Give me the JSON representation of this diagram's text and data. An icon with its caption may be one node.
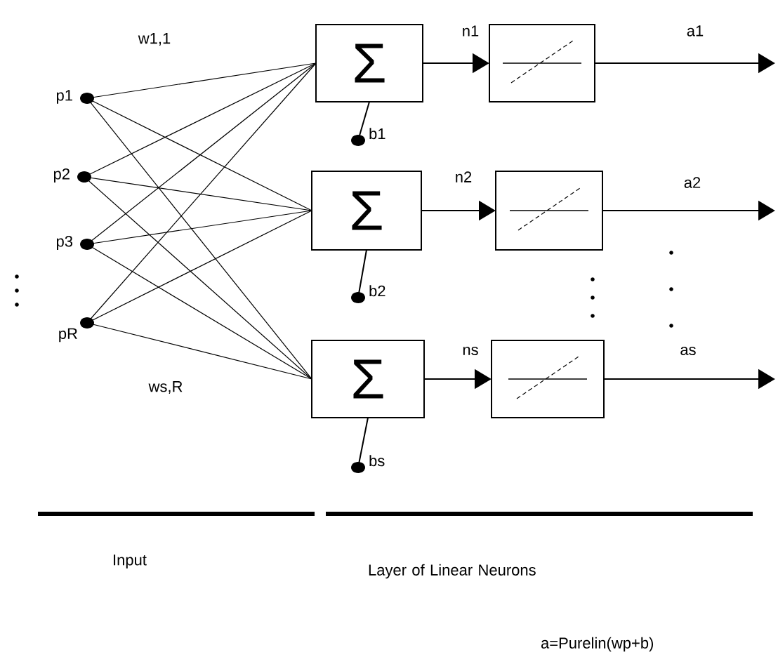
{
  "diagram": {
    "nodes": [
      {
        "text": [],
        "shape": "circle",
        "beside": [
          "p1"
        ]
      },
      {
        "text": [],
        "shape": "circle",
        "beside": [
          "p2"
        ]
      },
      {
        "text": [],
        "shape": "circle",
        "beside": [
          "p3"
        ]
      },
      {
        "text": [],
        "shape": "circle",
        "beside": [
          "pR"
        ]
      },
      {
        "text": [
          "Σ"
        ]
      },
      {
        "text": [
          "Σ"
        ]
      },
      {
        "text": [
          "Σ"
        ]
      },
      {
        "text": [],
        "shape": "circle",
        "beside": [
          "b1"
        ]
      },
      {
        "text": [],
        "shape": "circle",
        "beside": [
          "b2"
        ]
      },
      {
        "text": [],
        "shape": "circle",
        "beside": [
          "bs"
        ]
      },
      {
        "text": [],
        "shape": "box"
      },
      {
        "text": [],
        "shape": "box"
      },
      {
        "text": [],
        "shape": "box"
      }
    ],
    "edges": [
      {
        "from": 0,
        "to": 4,
        "arrow": "none",
        "label": "w1,1"
      },
      {
        "from": 0,
        "to": 5,
        "arrow": "none"
      },
      {
        "from": 0,
        "to": 6,
        "arrow": "none"
      },
      {
        "from": 1,
        "to": 4,
        "arrow": "none"
      },
      {
        "from": 1,
        "to": 5,
        "arrow": "none"
      },
      {
        "from": 1,
        "to": 6,
        "arrow": "none"
      },
      {
        "from": 2,
        "to": 4,
        "arrow": "none"
      },
      {
        "from": 2,
        "to": 5,
        "arrow": "none"
      },
      {
        "from": 2,
        "to": 6,
        "arrow": "none"
      },
      {
        "from": 3,
        "to": 4,
        "arrow": "none"
      },
      {
        "from": 3,
        "to": 5,
        "arrow": "none"
      },
      {
        "from": 3,
        "to": 6,
        "arrow": "none",
        "label": "ws,R"
      },
      {
        "from": 4,
        "to": 7,
        "arrow": "none"
      },
      {
        "from": 5,
        "to": 8,
        "arrow": "none"
      },
      {
        "from": 6,
        "to": 9,
        "arrow": "none"
      },
      {
        "from": 4,
        "to": 10,
        "arrow": "to",
        "label": "n1"
      },
      {
        "from": 5,
        "to": 11,
        "arrow": "to",
        "label": "n2"
      },
      {
        "from": 6,
        "to": 12,
        "arrow": "to",
        "label": "ns"
      },
      {
        "from": 10,
        "to": null,
        "arrow": "to",
        "label": "a1"
      },
      {
        "from": 11,
        "to": null,
        "arrow": "to",
        "label": "a2"
      },
      {
        "from": 12,
        "to": null,
        "arrow": "to",
        "label": "as"
      }
    ],
    "labels": [
      "Input",
      "Layer of Linear Neurons",
      "a=Purelin(wp+b)"
    ]
  }
}
